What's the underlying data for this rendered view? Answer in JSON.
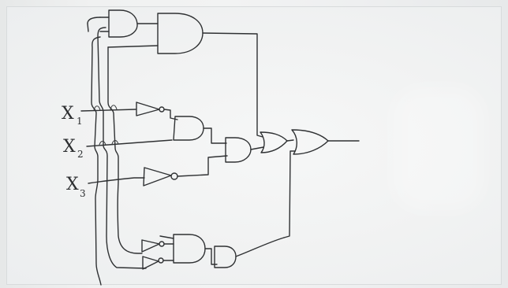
{
  "photo": {
    "subject": "whiteboard-circuit-sketch",
    "ink_color": "#2f3133",
    "board_color": "#f2f3f3"
  },
  "labels": {
    "x1": {
      "letter": "X",
      "sub": "1"
    },
    "x2": {
      "letter": "X",
      "sub": "2"
    },
    "x3": {
      "letter": "X",
      "sub": "3"
    }
  }
}
